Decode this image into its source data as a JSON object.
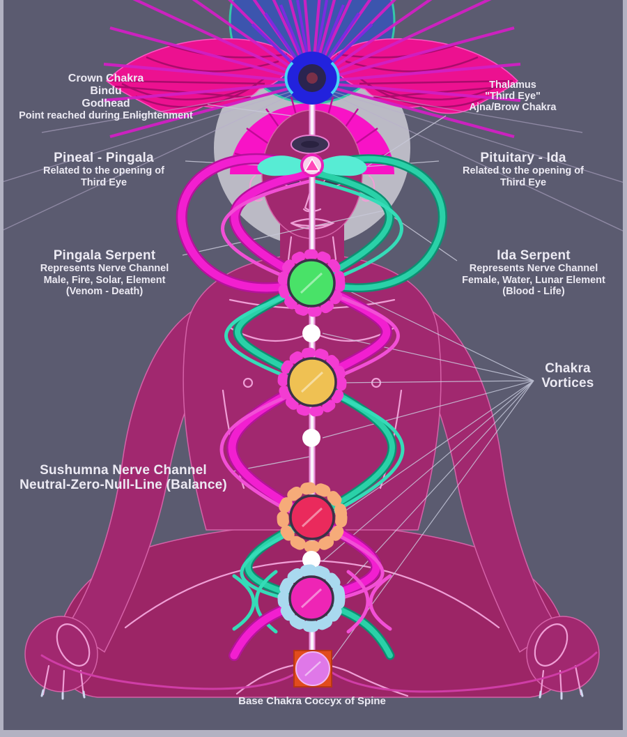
{
  "labels": {
    "crown": {
      "lines": [
        "Crown Chakra",
        "Bindu",
        "Godhead",
        "Point reached during Enlightenment"
      ]
    },
    "thalamus": {
      "lines": [
        "Thalamus",
        "\"Third Eye\"",
        "Ajna/Brow Chakra"
      ]
    },
    "pineal": {
      "title": "Pineal - Pingala",
      "lines": [
        "Related to the opening of",
        "Third Eye"
      ]
    },
    "pituitary": {
      "title": "Pituitary - Ida",
      "lines": [
        "Related to the opening of",
        "Third Eye"
      ]
    },
    "pingala_serpent": {
      "title": "Pingala Serpent",
      "lines": [
        "Represents Nerve Channel",
        "Male, Fire, Solar, Element",
        "(Venom - Death)"
      ]
    },
    "ida_serpent": {
      "title": "Ida Serpent",
      "lines": [
        "Represents Nerve Channel",
        "Female, Water, Lunar Element",
        "(Blood - Life)"
      ]
    },
    "vortices": {
      "lines": [
        "Chakra",
        "Vortices"
      ]
    },
    "sushumna": {
      "lines": [
        "Sushumna Nerve Channel",
        "Neutral-Zero-Null-Line (Balance)"
      ]
    },
    "base": {
      "text": "Base Chakra Coccyx of Spine"
    }
  },
  "colors": {
    "background": "#5b5b70",
    "body": "#a1286f",
    "body_outline": "#ef9fd6",
    "gray_halo": "#c3c2cc",
    "crown_dome": "#3c55ae",
    "dome_rim": "#35c8a8",
    "rays": "#d21fc4",
    "inner_rays": "#7b2be0",
    "wing": "#ec1190",
    "head_fan": "#f813c6",
    "pingala": "#f21fd0",
    "ida": "#2ad1a8",
    "sushumna": "#f8f2fa",
    "pointer_line": "#c9c9d9",
    "text": "#eceaf3"
  },
  "chakras": {
    "bindu": {
      "ring": "#2222dd",
      "core": "#2a2450"
    },
    "ajna": {
      "wing": "#57ecd4",
      "ring": "#ea1fb8",
      "fill": "#f8d2ec",
      "triangle": "#ff49b8"
    },
    "heart": {
      "fill": "#49e268",
      "petals": "#f33cd2"
    },
    "solar": {
      "fill": "#efc153",
      "petals": "#f33cd2"
    },
    "sacral": {
      "fill": "#ea2a5c",
      "petals": "#f6ab79"
    },
    "pelvic": {
      "fill": "#ee25b5",
      "petals": "#a9d9ef"
    },
    "base": {
      "fill": "#df78e8",
      "square": "#e14c1d"
    },
    "node": {
      "fill": "#ffffff"
    }
  }
}
